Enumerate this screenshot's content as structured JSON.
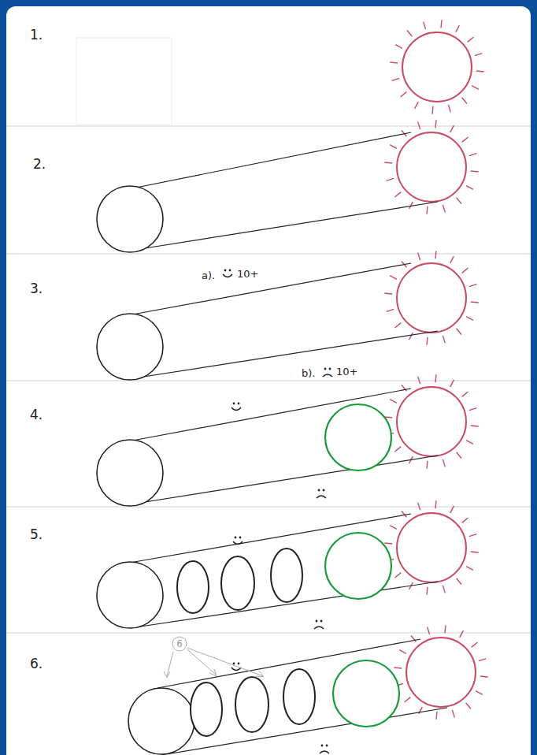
{
  "diagram": {
    "nodes": [
      {
        "text": [
          "6"
        ]
      }
    ],
    "labels": [
      "1.",
      "2.",
      "3.",
      "a).",
      "10+",
      "b).",
      "10+",
      "4.",
      "5.",
      "6."
    ]
  }
}
